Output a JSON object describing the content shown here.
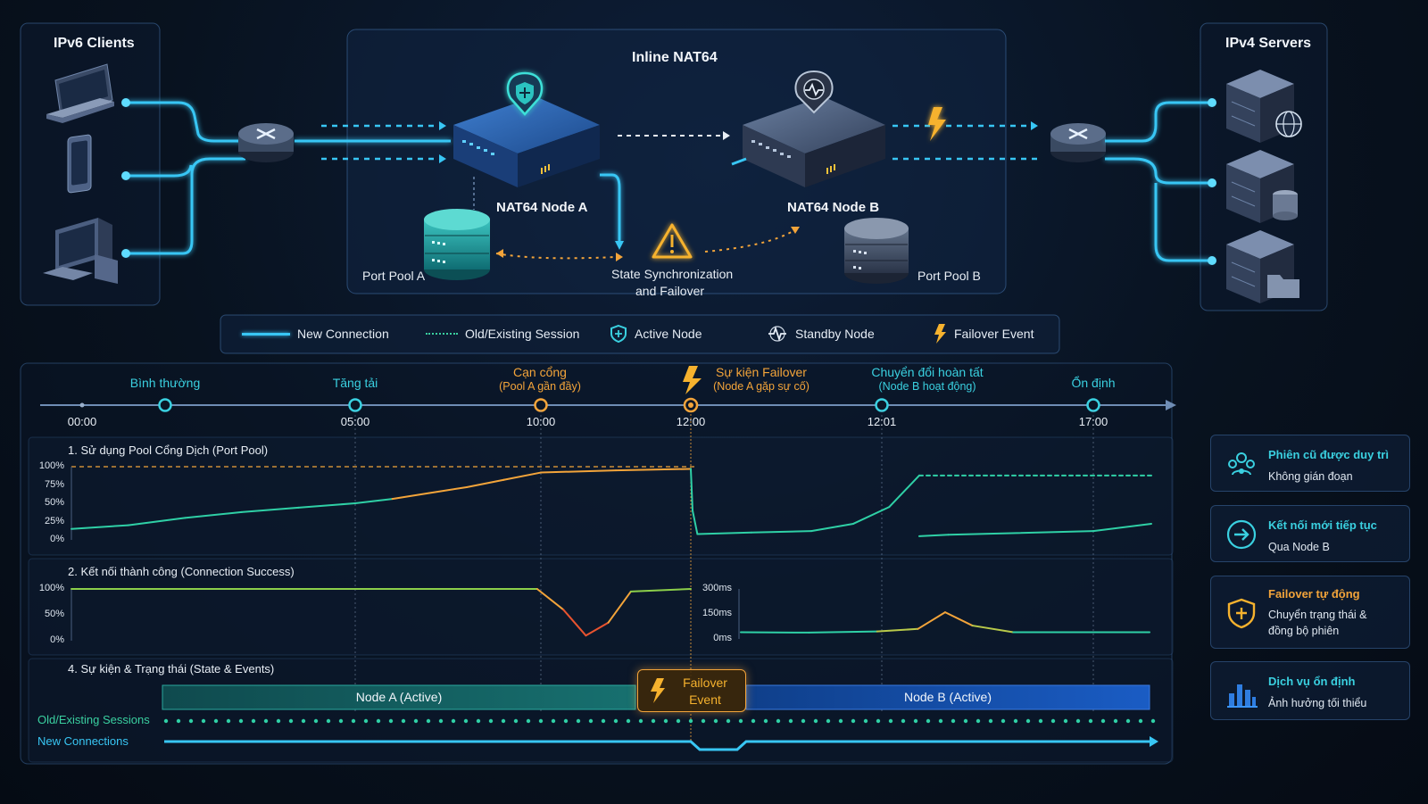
{
  "diagram": {
    "ipv6_panel_title": "IPv6 Clients",
    "nat_panel_title": "Inline NAT64",
    "ipv4_panel_title": "IPv4 Servers",
    "node_a_label": "NAT64 Node A",
    "node_b_label": "NAT64 Node B",
    "port_pool_a": "Port Pool A",
    "port_pool_b": "Port Pool B",
    "sync_line1": "State Synchronization",
    "sync_line2": "and Failover"
  },
  "legend": {
    "new_connection": "New Connection",
    "old_session": "Old/Existing Session",
    "active_node": "Active Node",
    "standby_node": "Standby Node",
    "failover_event": "Failover Event"
  },
  "timeline": {
    "events": [
      {
        "name": "Bình thường",
        "sub": "",
        "time": "00:00",
        "color": "#3ad0e0"
      },
      {
        "name": "Tăng tải",
        "sub": "",
        "time": "05:00",
        "color": "#3ad0e0"
      },
      {
        "name": "Cạn cổng",
        "sub": "(Pool A gần đầy)",
        "time": "10:00",
        "color": "#f3a43a"
      },
      {
        "name": "Sự kiện Failover",
        "sub": "(Node A gặp sự cố)",
        "time": "12:00",
        "color": "#f3a43a"
      },
      {
        "name": "Chuyển đổi hoàn tất",
        "sub": "(Node B hoạt động)",
        "time": "12:01",
        "color": "#3ad0e0"
      },
      {
        "name": "Ổn định",
        "sub": "",
        "time": "17:00",
        "color": "#3ad0e0"
      }
    ]
  },
  "sections": {
    "s1_title": "1. Sử dụng Pool Cổng Dịch (Port Pool)",
    "s1_yticks": [
      "100%",
      "75%",
      "50%",
      "25%",
      "0%"
    ],
    "s2_title": "2. Kết nối thành công (Connection Success)",
    "s2_yticks": [
      "100%",
      "50%",
      "0%"
    ],
    "s3_yticks": [
      "300ms",
      "150ms",
      "0ms"
    ],
    "s4_title": "4. Sự kiện & Trạng thái (State & Events)",
    "node_a_active": "Node A (Active)",
    "node_b_active": "Node B (Active)",
    "failover_line1": "Failover",
    "failover_line2": "Event",
    "old_sessions": "Old/Existing Sessions",
    "new_connections": "New Connections"
  },
  "side_cards": [
    {
      "title": "Phiên cũ được duy trì",
      "desc1": "Không gián đoạn",
      "desc2": "",
      "title_color": "#3ad0e0",
      "icon": "people-network-icon"
    },
    {
      "title": "Kết nối mới tiếp tục",
      "desc1": "Qua Node B",
      "desc2": "",
      "title_color": "#3ad0e0",
      "icon": "redirect-arrow-icon"
    },
    {
      "title": "Failover tự động",
      "desc1": "Chuyển trạng thái &",
      "desc2": "đồng bộ phiên",
      "title_color": "#f3a43a",
      "icon": "shield-plus-icon"
    },
    {
      "title": "Dịch vụ ổn định",
      "desc1": "Ảnh hưởng tối thiểu",
      "desc2": "",
      "title_color": "#3ad0e0",
      "icon": "bar-chart-icon"
    }
  ],
  "chart_data": [
    {
      "type": "line",
      "title": "1. Sử dụng Pool Cổng Dịch (Port Pool)",
      "x_unit": "hours",
      "ylim": [
        0,
        100
      ],
      "series": [
        {
          "values": [
            [
              0,
              15
            ],
            [
              1,
              20
            ],
            [
              2,
              30
            ],
            [
              3,
              38
            ],
            [
              4,
              44
            ],
            [
              5,
              50
            ],
            [
              6,
              56
            ],
            [
              7,
              64
            ],
            [
              8,
              72
            ],
            [
              9,
              82
            ],
            [
              10,
              92
            ],
            [
              11,
              95
            ],
            [
              12,
              97
            ],
            [
              12.02,
              40
            ],
            [
              12.1,
              8
            ],
            [
              13,
              10
            ],
            [
              14,
              12
            ],
            [
              14.7,
              22
            ],
            [
              15.3,
              45
            ],
            [
              15.8,
              88
            ],
            [
              18,
              88
            ]
          ]
        },
        {
          "values": [
            [
              15.8,
              5
            ],
            [
              16,
              7
            ],
            [
              17,
              12
            ],
            [
              18,
              22
            ]
          ]
        }
      ]
    },
    {
      "type": "line",
      "title": "2. Kết nối thành công (Connection Success)",
      "ylim": [
        0,
        100
      ],
      "series": [
        {
          "values": [
            [
              0,
              100
            ],
            [
              9.9,
              100
            ],
            [
              10.3,
              60
            ],
            [
              10.6,
              10
            ],
            [
              10.9,
              35
            ],
            [
              11.2,
              95
            ],
            [
              12,
              100
            ]
          ]
        }
      ]
    },
    {
      "type": "line",
      "ylim": [
        0,
        300
      ],
      "series": [
        {
          "values": [
            [
              12,
              40
            ],
            [
              13,
              38
            ],
            [
              14,
              45
            ],
            [
              14.6,
              60
            ],
            [
              15,
              160
            ],
            [
              15.4,
              80
            ],
            [
              16,
              40
            ],
            [
              18,
              40
            ]
          ]
        }
      ]
    }
  ]
}
